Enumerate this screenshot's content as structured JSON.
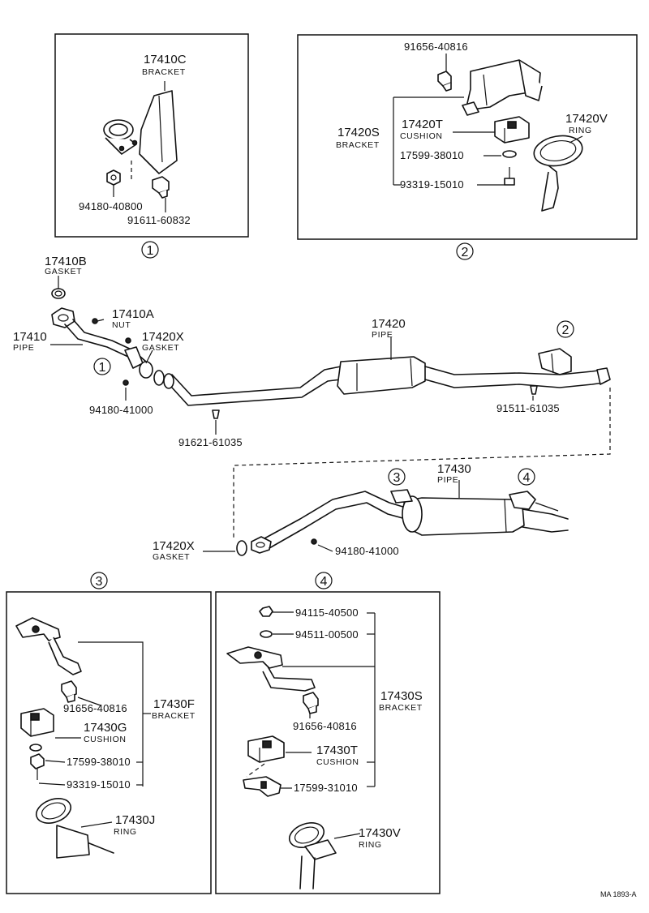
{
  "callouts": {
    "c1": "1",
    "c2": "2",
    "c3": "3",
    "c4": "4"
  },
  "inset1": {
    "bracket_pn": "17410C",
    "bracket_name": "BRACKET",
    "nut_pn": "94180-40800",
    "bolt_pn": "91611-60832"
  },
  "inset2": {
    "bolt_pn": "91656-40816",
    "bracket_pn": "17420S",
    "bracket_name": "BRACKET",
    "cushion_pn": "17420T",
    "cushion_name": "CUSHION",
    "washer_pn": "17599-38010",
    "bolt2_pn": "93319-15010",
    "ring_pn": "17420V",
    "ring_name": "RING"
  },
  "main": {
    "gasket_b_pn": "17410B",
    "gasket_b_name": "GASKET",
    "nut_a_pn": "17410A",
    "nut_a_name": "NUT",
    "pipe_front_pn": "17410",
    "pipe_front_name": "PIPE",
    "gasket_x_pn": "17420X",
    "gasket_x_name": "GASKET",
    "nut_front_pn": "94180-41000",
    "bolt_front_pn": "91621-61035",
    "pipe_center_pn": "17420",
    "pipe_center_name": "PIPE",
    "bolt_rear_pn": "91511-61035",
    "pipe_tail_pn": "17430",
    "pipe_tail_name": "PIPE",
    "gasket_x2_pn": "17420X",
    "gasket_x2_name": "GASKET",
    "nut_tail_pn": "94180-41000"
  },
  "inset3": {
    "bolt_pn": "91656-40816",
    "bracket_pn": "17430F",
    "bracket_name": "BRACKET",
    "cushion_pn": "17430G",
    "cushion_name": "CUSHION",
    "washer_pn": "17599-38010",
    "bolt2_pn": "93319-15010",
    "ring_pn": "17430J",
    "ring_name": "RING"
  },
  "inset4": {
    "nut1_pn": "94115-40500",
    "washer_pn": "94511-00500",
    "bolt_pn": "91656-40816",
    "bracket_pn": "17430S",
    "bracket_name": "BRACKET",
    "cushion_pn": "17430T",
    "cushion_name": "CUSHION",
    "clamp_pn": "17599-31010",
    "ring_pn": "17430V",
    "ring_name": "RING"
  },
  "reference": "MA  1893-A"
}
